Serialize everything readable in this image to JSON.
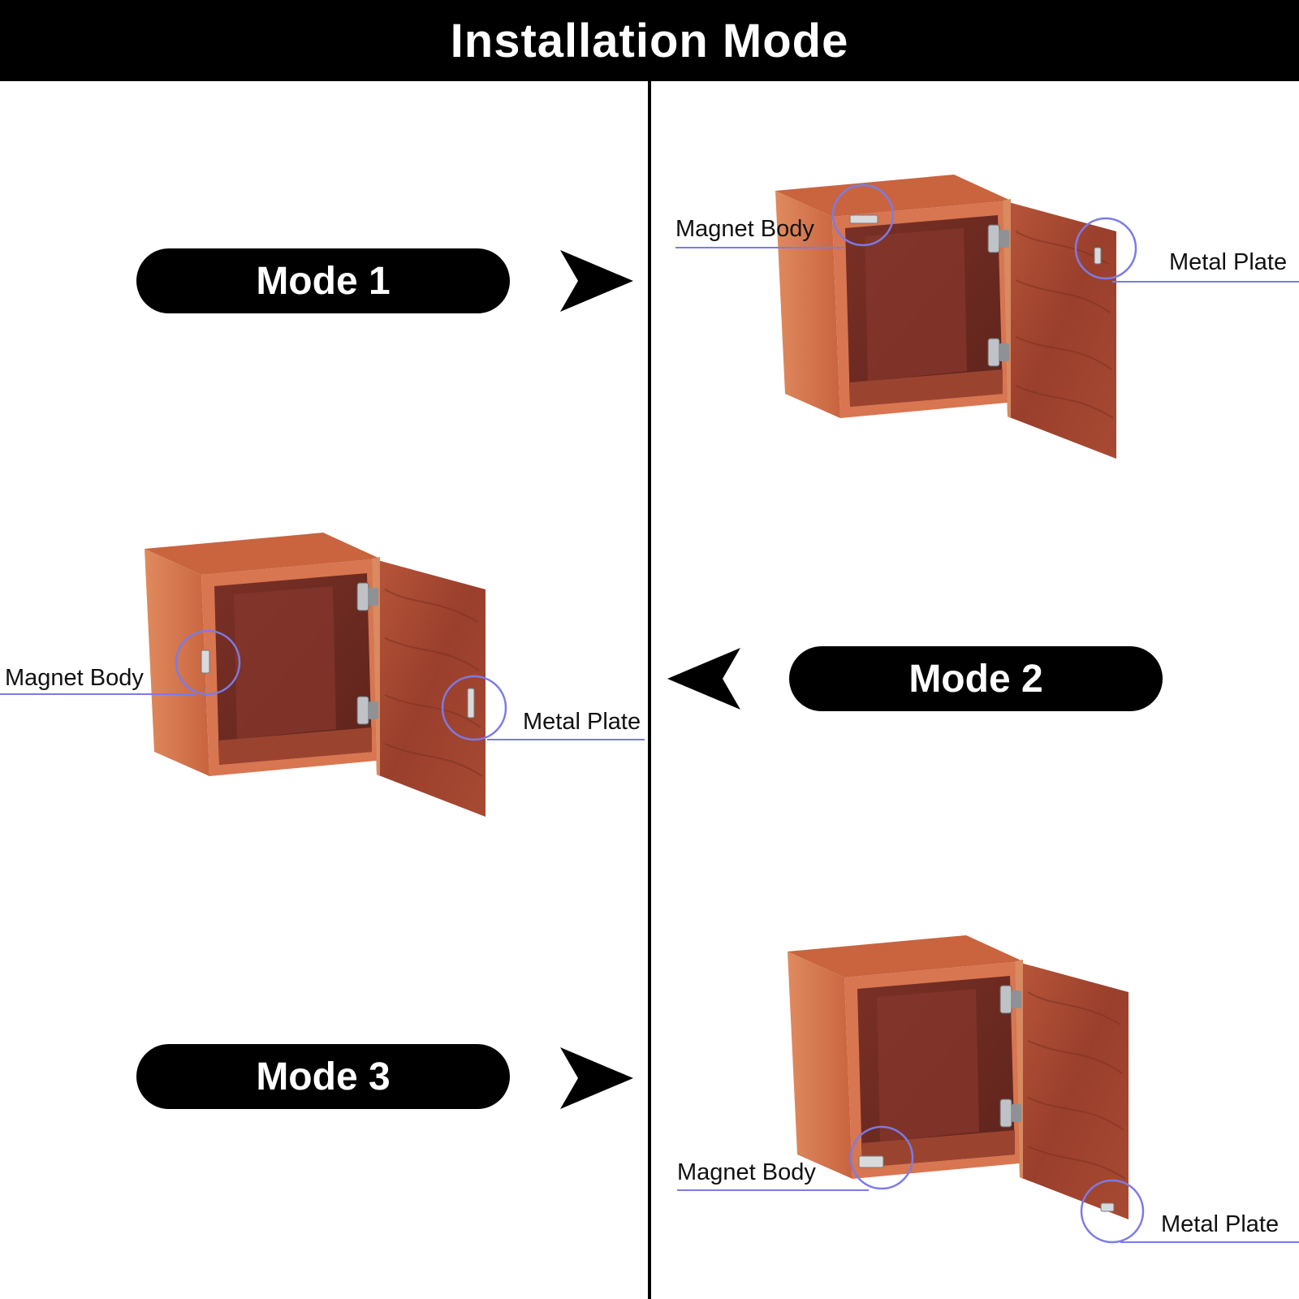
{
  "header": {
    "title": "Installation Mode"
  },
  "modes": [
    {
      "label": "Mode 1"
    },
    {
      "label": "Mode 2"
    },
    {
      "label": "Mode 3"
    }
  ],
  "callouts": {
    "magnet_body": "Magnet Body",
    "metal_plate": "Metal Plate"
  },
  "colors": {
    "wood_light": "#D2744E",
    "wood_dark": "#8E3A28",
    "wood_inner": "#6E2C24",
    "highlight_circle": "#7B7BE6",
    "pill_bg": "#000000"
  },
  "icons": [
    "arrow-right-icon",
    "arrow-left-icon",
    "arrow-right-icon"
  ]
}
